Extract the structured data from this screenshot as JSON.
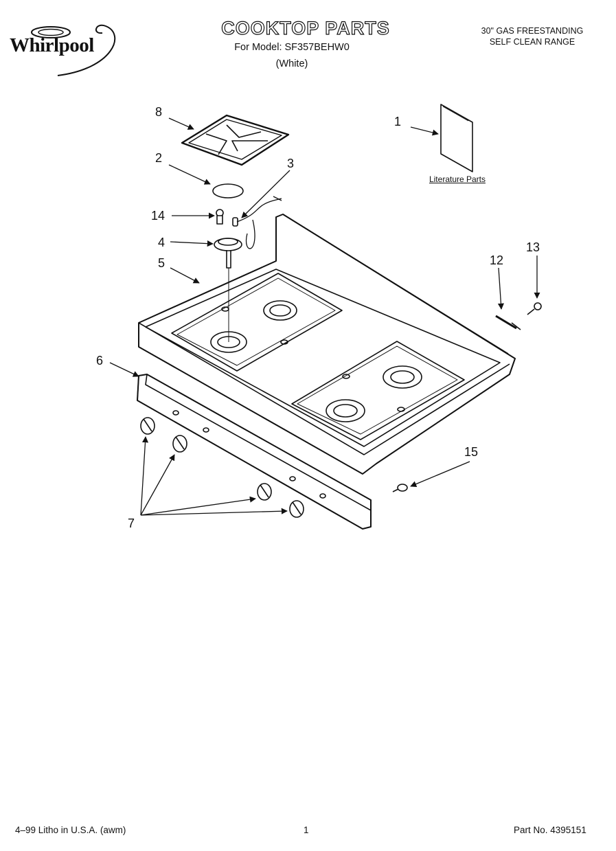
{
  "header": {
    "brand": "Whirlpool",
    "title": "COOKTOP PARTS",
    "model_line": "For Model: SF357BEHW0",
    "color_line": "(White)",
    "range_type_line1": "30\" GAS FREESTANDING",
    "range_type_line2": "SELF CLEAN RANGE"
  },
  "diagram": {
    "literature_label": "Literature Parts",
    "callouts": {
      "c1": "1",
      "c2": "2",
      "c3": "3",
      "c4": "4",
      "c5": "5",
      "c6": "6",
      "c7": "7",
      "c8": "8",
      "c12": "12",
      "c13": "13",
      "c14": "14",
      "c15": "15"
    }
  },
  "footer": {
    "left": "4–99 Litho in U.S.A. (awm)",
    "page": "1",
    "part_number": "Part No. 4395151"
  }
}
